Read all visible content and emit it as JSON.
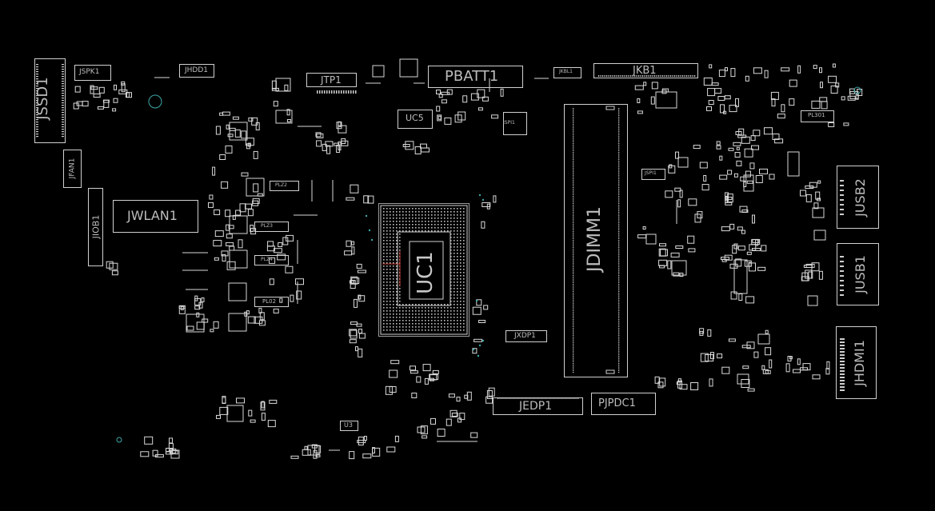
{
  "colors": {
    "background": "#000000",
    "outline": "#d9d9d9",
    "label": "#bdbdbd",
    "via": "#3fa7a7",
    "marker": "#c0392b"
  },
  "labels": {
    "jssd1": "JSSD1",
    "jspk1": "JSPK1",
    "jhdd1": "JHDD1",
    "jtp1": "JTP1",
    "pbatt1": "PBATT1",
    "jkb1": "JKB1",
    "jkbl1": "JKBL1",
    "jfan1": "JFAN1",
    "jwlan1": "JWLAN1",
    "jiob1": "JIOB1",
    "uc5": "UC5",
    "uc1": "UC1",
    "jdimm1": "JDIMM1",
    "jusb2": "JUSB2",
    "jusb1": "JUSB1",
    "jhdmi1": "JHDMI1",
    "jxdp1": "JXDP1",
    "jedp1": "JEDP1",
    "pjpdc1": "PJPDC1",
    "u3": "U3",
    "jspi1": "JSPI1",
    "jspi2": "JSPI1",
    "pl301": "PL301",
    "plz2": "PLZ2",
    "plz3": "PLZ3",
    "plz4": "PLZ4",
    "pl02": "PL02"
  }
}
